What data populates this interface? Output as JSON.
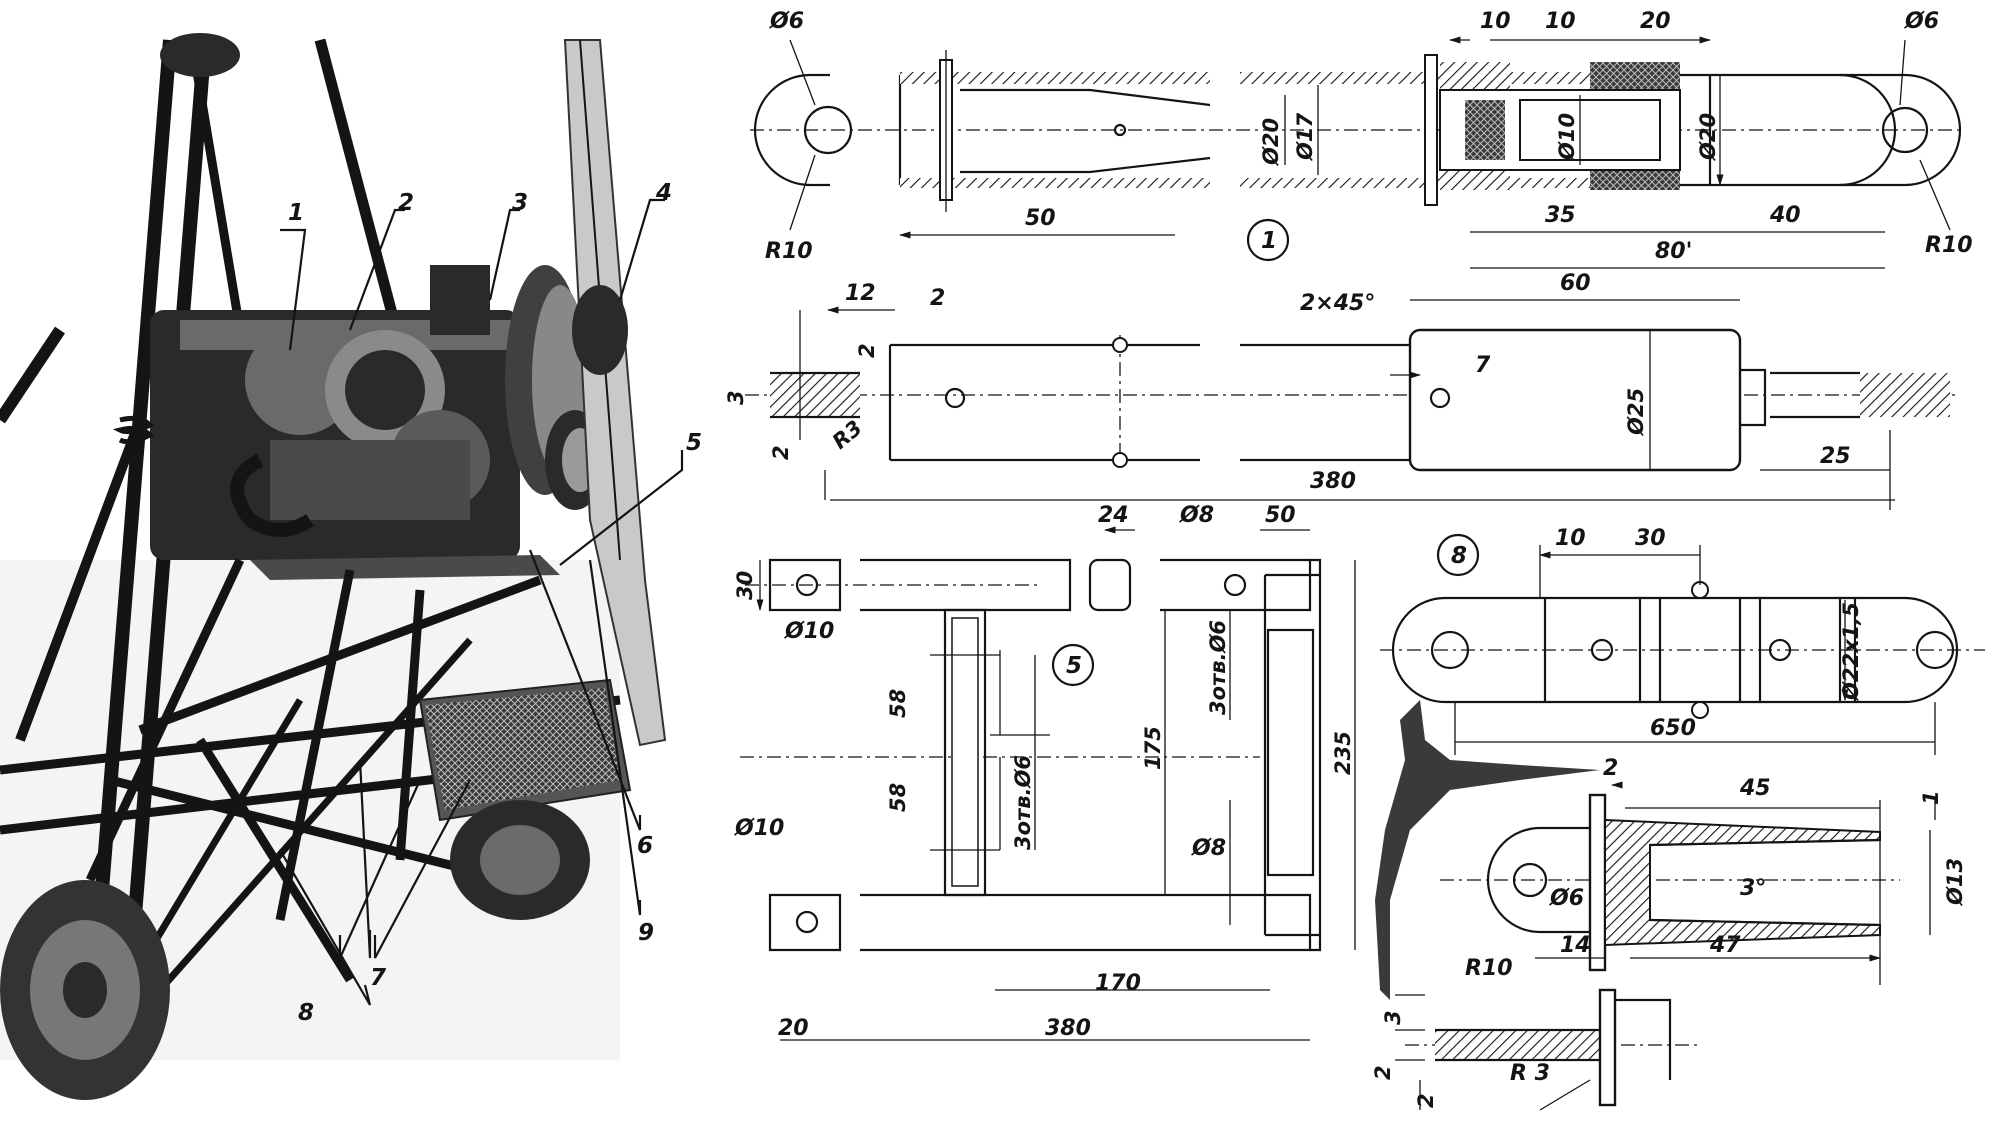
{
  "illustration": {
    "callouts": [
      "1",
      "2",
      "3",
      "4",
      "5",
      "6",
      "7",
      "8",
      "9"
    ]
  },
  "drawings": {
    "part_1": {
      "label": "1",
      "dims": [
        "Ø6",
        "Ø6",
        "10",
        "10",
        "20",
        "Ø20",
        "Ø17",
        "Ø10",
        "Ø20",
        "50",
        "35",
        "40",
        "80'",
        "R10",
        "R10"
      ]
    },
    "axle": {
      "dims": [
        "12",
        "2",
        "2×45°",
        "60",
        "2",
        "3",
        "2",
        "R3",
        "7",
        "Ø25",
        "25",
        "380"
      ]
    },
    "part_5": {
      "label": "5",
      "dims": [
        "24",
        "Ø8",
        "50",
        "30",
        "Ø10",
        "175",
        "3отв.Ø6",
        "235",
        "58",
        "58",
        "3отв.Ø6",
        "Ø10",
        "Ø8",
        "170",
        "20",
        "380"
      ]
    },
    "part_8": {
      "label": "8",
      "dims": [
        "10",
        "30",
        "Ø22x1,5",
        "650"
      ]
    },
    "tip": {
      "dims": [
        "2",
        "45",
        "1",
        "3°",
        "Ø13",
        "Ø6",
        "R10",
        "14",
        "47"
      ]
    },
    "pin": {
      "dims": [
        "3",
        "2",
        "2",
        "R 3"
      ]
    }
  }
}
